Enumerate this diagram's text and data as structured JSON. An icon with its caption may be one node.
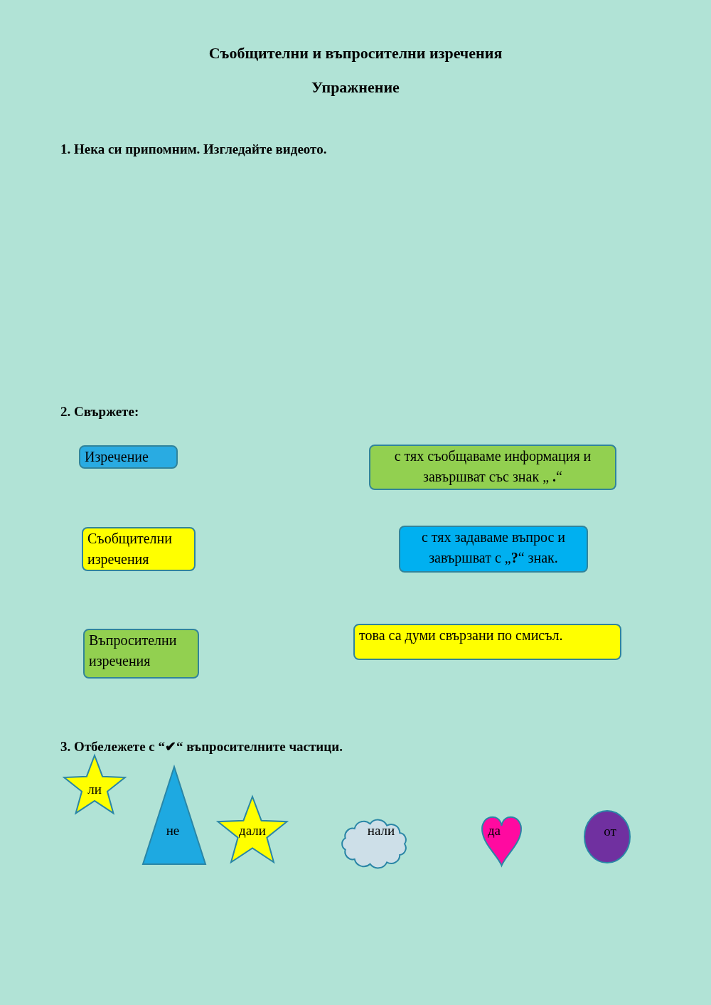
{
  "diagram": {
    "title": "Съобщителни и въпросителни изречения",
    "nodes": [
      {
        "text": [
          "Изречение"
        ]
      },
      {
        "text": [
          "с тях съобщаваме информация и завършват със знак „ **.**“"
        ]
      },
      {
        "text": [
          "Съобщителни изречения"
        ]
      },
      {
        "text": [
          "с тях задаваме въпрос и завършват с „**?**“ знак."
        ]
      },
      {
        "text": [
          "Въпросителни изречения"
        ]
      },
      {
        "text": [
          "това са думи свързани по смисъл."
        ]
      },
      {
        "text": [
          "ли"
        ]
      },
      {
        "text": [
          "не"
        ]
      },
      {
        "text": [
          "дали"
        ]
      },
      {
        "text": [
          "нали"
        ]
      },
      {
        "text": [
          "да"
        ]
      },
      {
        "text": [
          "от"
        ]
      }
    ],
    "labels": [
      "Упражнение",
      "1. Нека си припомним. Изгледайте видеото.",
      "2. Свържете:",
      "3. Отбележете с “✔“ въпросителните частици."
    ]
  }
}
